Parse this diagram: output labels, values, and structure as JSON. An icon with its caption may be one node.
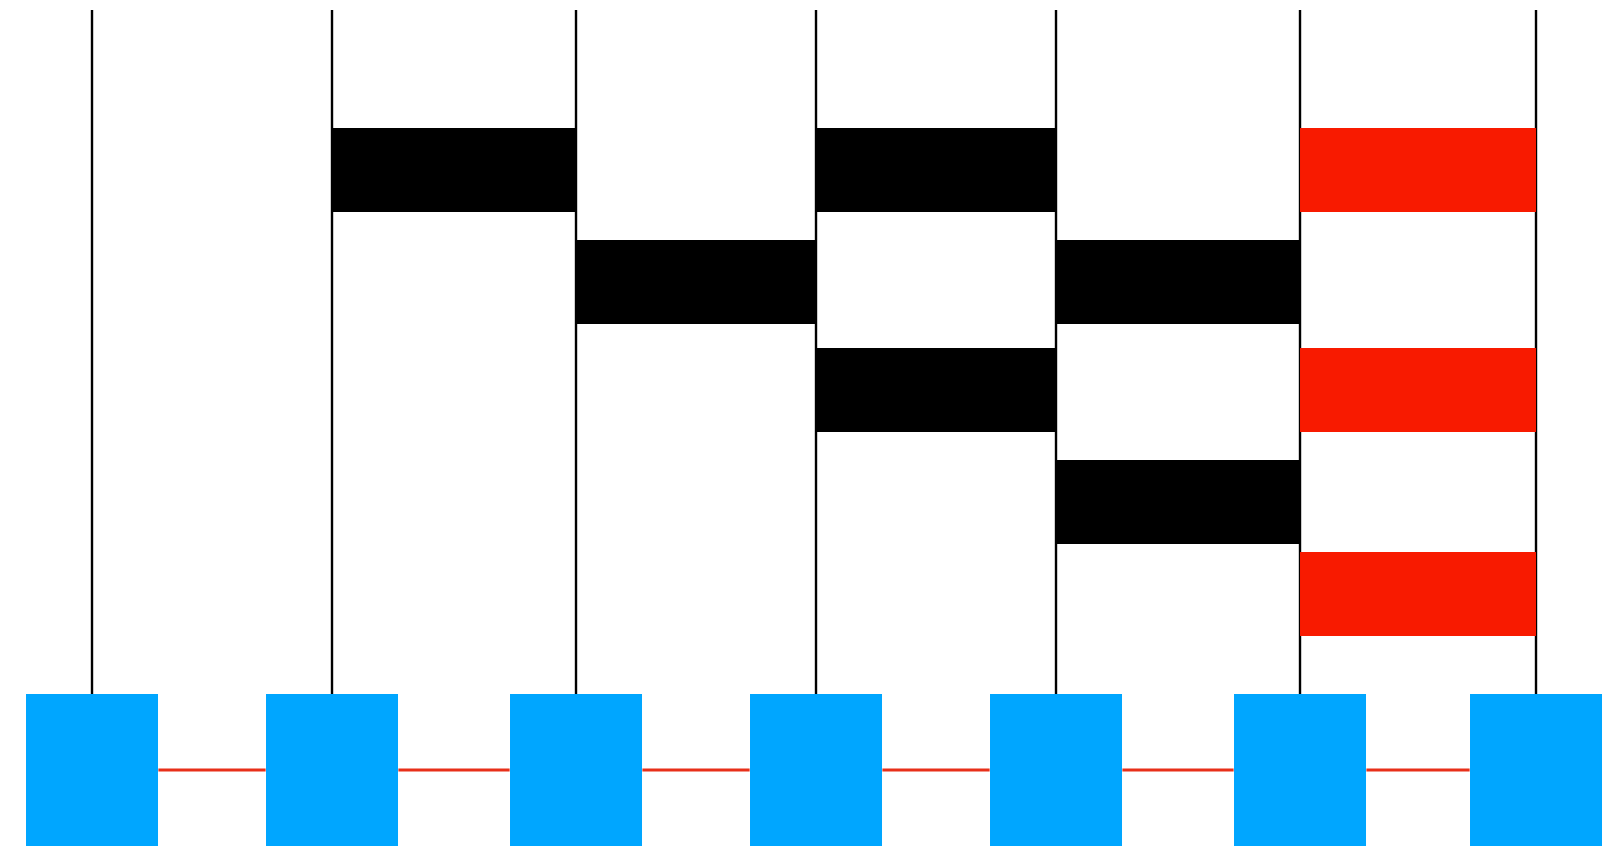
{
  "diagram": {
    "nodes": [
      {
        "text": [],
        "shape": "box"
      },
      {
        "text": [],
        "shape": "box"
      },
      {
        "text": [],
        "shape": "box"
      },
      {
        "text": [],
        "shape": "box"
      },
      {
        "text": [],
        "shape": "box"
      },
      {
        "text": [],
        "shape": "box"
      },
      {
        "text": [],
        "shape": "box"
      }
    ],
    "edges": [
      {
        "from": 0,
        "to": 1,
        "arrow": "none"
      },
      {
        "from": 1,
        "to": 2,
        "arrow": "none"
      },
      {
        "from": 2,
        "to": 3,
        "arrow": "none"
      },
      {
        "from": 3,
        "to": 4,
        "arrow": "none"
      },
      {
        "from": 4,
        "to": 5,
        "arrow": "none"
      },
      {
        "from": 5,
        "to": 6,
        "arrow": "none"
      }
    ]
  }
}
